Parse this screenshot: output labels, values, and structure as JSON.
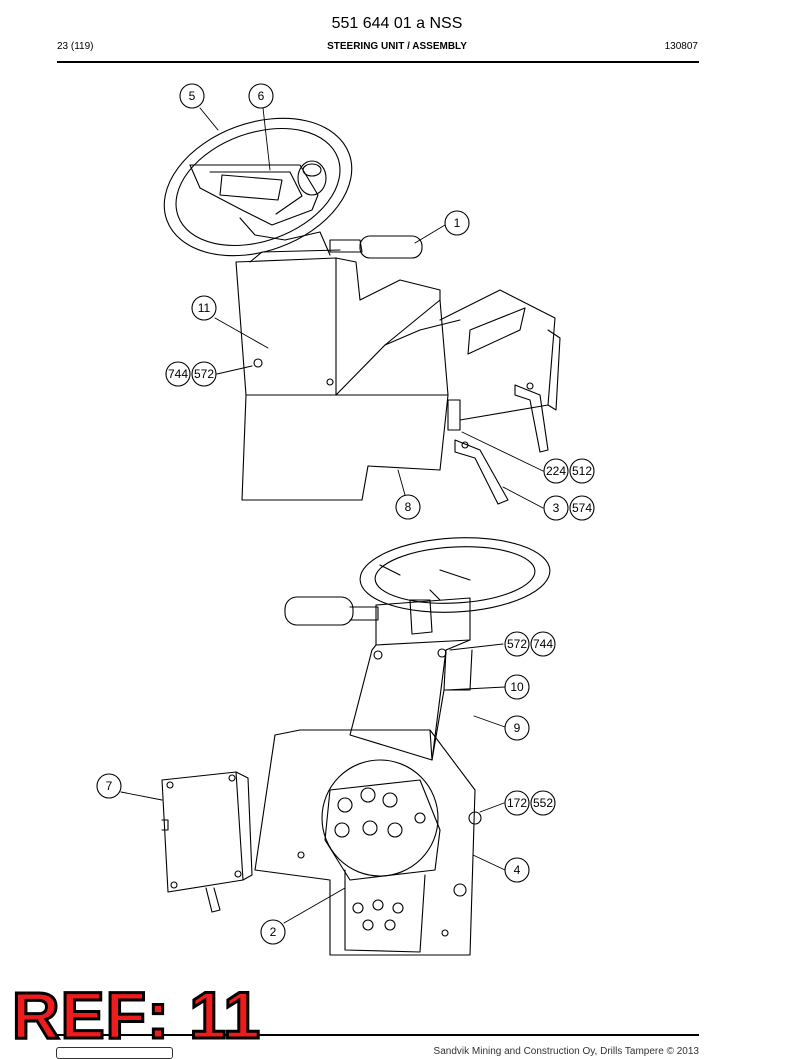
{
  "document": {
    "doc_number": "551 644 01 a NSS",
    "page": "23 (119)",
    "section_title": "STEERING UNIT / ASSEMBLY",
    "doc_code": "130807"
  },
  "callouts": {
    "c1": "1",
    "c2": "2",
    "c3": "3",
    "c4": "4",
    "c5": "5",
    "c6": "6",
    "c7": "7",
    "c8": "8",
    "c9": "9",
    "c10": "10",
    "c11": "11",
    "c172": "172",
    "c224": "224",
    "c512": "512",
    "c552": "552",
    "c572a": "572",
    "c572b": "572",
    "c574": "574",
    "c744a": "744",
    "c744b": "744"
  },
  "stamp": {
    "ref_label": "REF: 11"
  },
  "footer": {
    "copyright": "Sandvik Mining and Construction Oy, Drills Tampere © 2013"
  }
}
